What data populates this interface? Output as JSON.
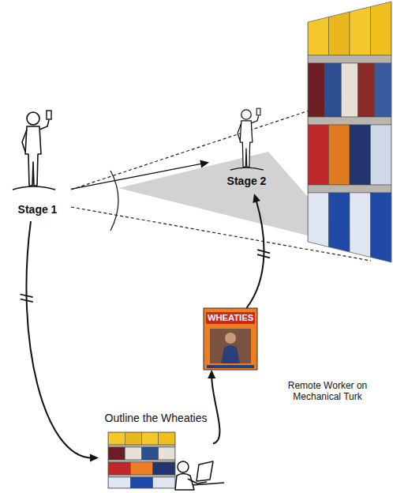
{
  "diagram": {
    "nodes": [
      {
        "text": [
          "Stage 1"
        ]
      },
      {
        "text": [
          "Stage 2"
        ]
      },
      {
        "text": [
          "Outline the Wheaties"
        ]
      },
      {
        "text": [
          "WHEATIES"
        ]
      },
      {
        "text": [
          "Remote Worker on Mechanical Turk"
        ]
      }
    ],
    "edges": [
      {
        "from": 0,
        "to": 1,
        "arrow": "to"
      },
      {
        "from": 0,
        "to": 2,
        "arrow": "to"
      },
      {
        "from": 2,
        "to": 3,
        "arrow": "to"
      },
      {
        "from": 3,
        "to": 1,
        "arrow": "to"
      }
    ]
  }
}
